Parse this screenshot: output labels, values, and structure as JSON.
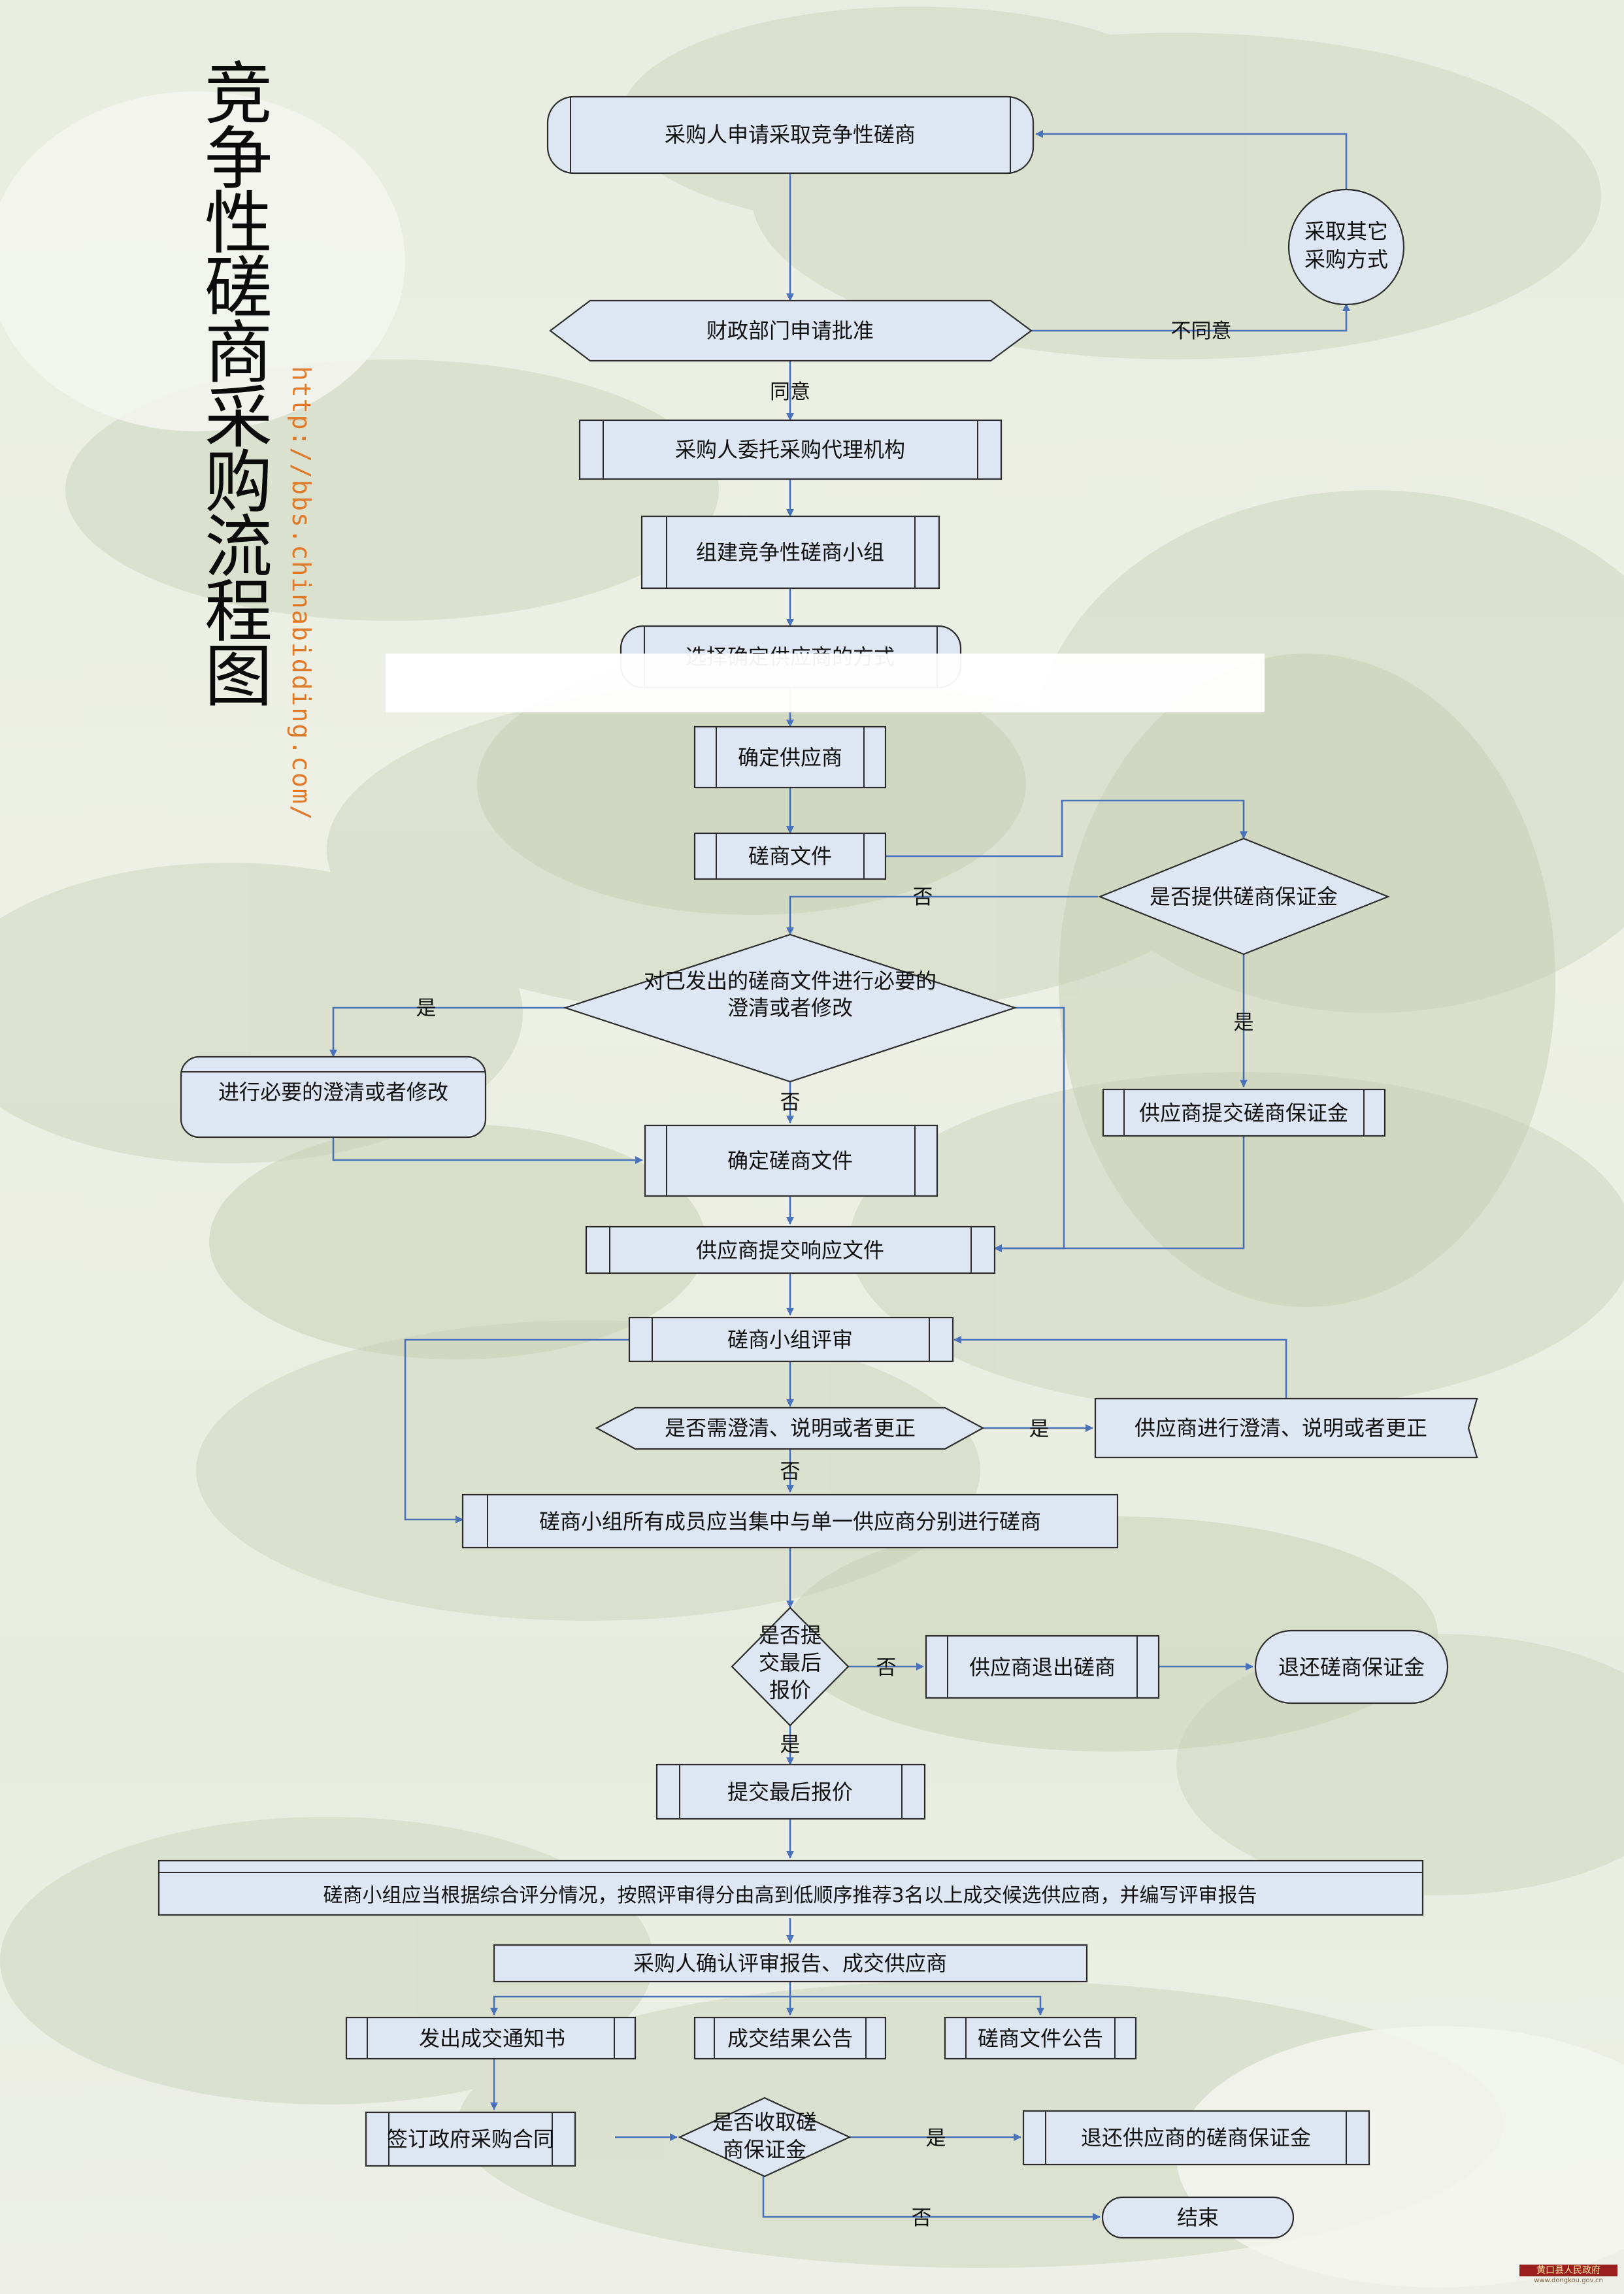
{
  "title": "竞争性磋商采购流程图",
  "url": "http://bbs.chinabidding.com/",
  "logo": {
    "name": "黄口县人民政府",
    "url": "www.dongkou.gov.cn"
  },
  "nodes": {
    "n1": "采购人申请采取竞争性磋商",
    "n2": "财政部门申请批准",
    "n3": [
      "采取其它",
      "采购方式"
    ],
    "n4": "采购人委托采购代理机构",
    "n5": "组建竞争性磋商小组",
    "n6": "选择确定供应商的方式",
    "n7": "确定供应商",
    "n8": "磋商文件",
    "n9": "是否提供磋商保证金",
    "n10": [
      "对已发出的磋商文件进行必要的",
      "澄清或者修改"
    ],
    "n11": "进行必要的澄清或者修改",
    "n12": "确定磋商文件",
    "n13": "供应商提交磋商保证金",
    "n14": "供应商提交响应文件",
    "n15": "磋商小组评审",
    "n16": "是否需澄清、说明或者更正",
    "n17": "供应商进行澄清、说明或者更正",
    "n18": "磋商小组所有成员应当集中与单一供应商分别进行磋商",
    "n19": [
      "是否提",
      "交最后",
      "报价"
    ],
    "n20": "供应商退出磋商",
    "n21": "退还磋商保证金",
    "n22": "提交最后报价",
    "n23": "磋商小组应当根据综合评分情况，按照评审得分由高到低顺序推荐3名以上成交候选供应商，并编写评审报告",
    "n24": "采购人确认评审报告、成交供应商",
    "n25": "发出成交通知书",
    "n26": "成交结果公告",
    "n27": "磋商文件公告",
    "n28": "签订政府采购合同",
    "n29": [
      "是否收取磋",
      "商保证金"
    ],
    "n30": "退还供应商的磋商保证金",
    "n31": "结束"
  },
  "edge_labels": {
    "disagree": "不同意",
    "agree": "同意",
    "no_deposit": "否",
    "yes_deposit": "是",
    "yes_clarify": "是",
    "no_clarify": "否",
    "yes_need": "是",
    "no_need": "否",
    "no_final": "否",
    "yes_final": "是",
    "yes_collect": "是",
    "no_collect": "否"
  },
  "colors": {
    "node_fill": "#dfe6f3",
    "edge": "#4a72b8",
    "url": "#e07a2b",
    "background": "#eceee4"
  }
}
